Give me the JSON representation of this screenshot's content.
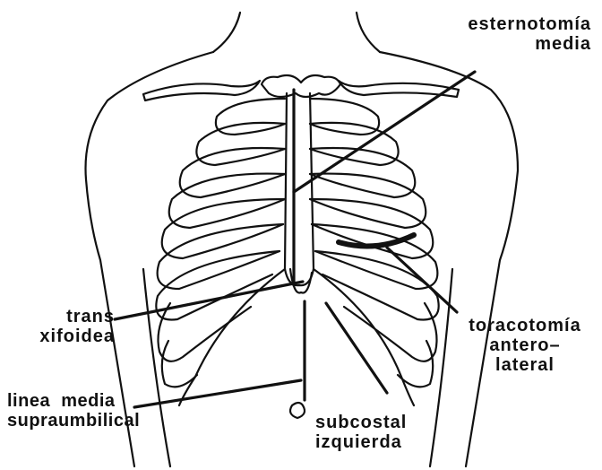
{
  "labels": {
    "esternotomia": [
      "esternotomía",
      "media"
    ],
    "trans_xifoidea": [
      "trans",
      "xifoidea"
    ],
    "toracotomia": [
      "toracotomía",
      "antero–",
      "lateral"
    ],
    "linea_media": [
      "linea  media",
      "supraumbilical"
    ],
    "subcostal": [
      "subcostal",
      "izquierda"
    ]
  },
  "colors": {
    "ink": "#111111",
    "background": "#ffffff"
  }
}
